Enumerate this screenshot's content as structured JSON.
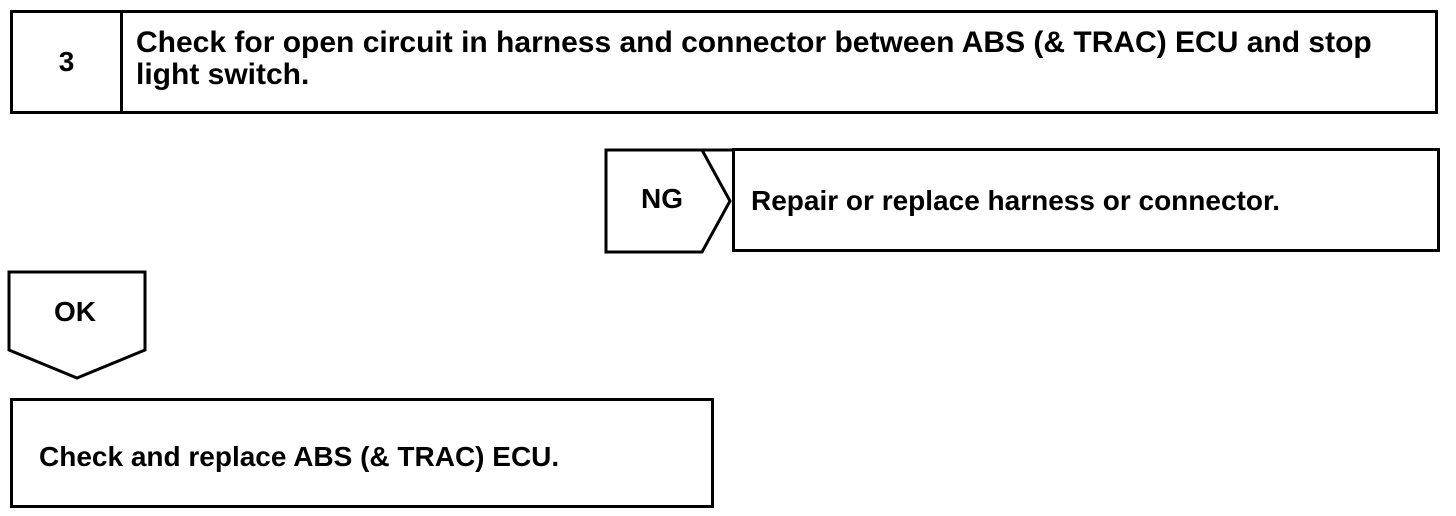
{
  "step": {
    "number": "3",
    "title": "Check for open circuit in harness and connector between ABS (& TRAC) ECU and stop light switch."
  },
  "ng_branch": {
    "label": "NG",
    "action": "Repair or replace harness or connector."
  },
  "ok_branch": {
    "label": "OK",
    "action": "Check and replace ABS (& TRAC) ECU."
  }
}
